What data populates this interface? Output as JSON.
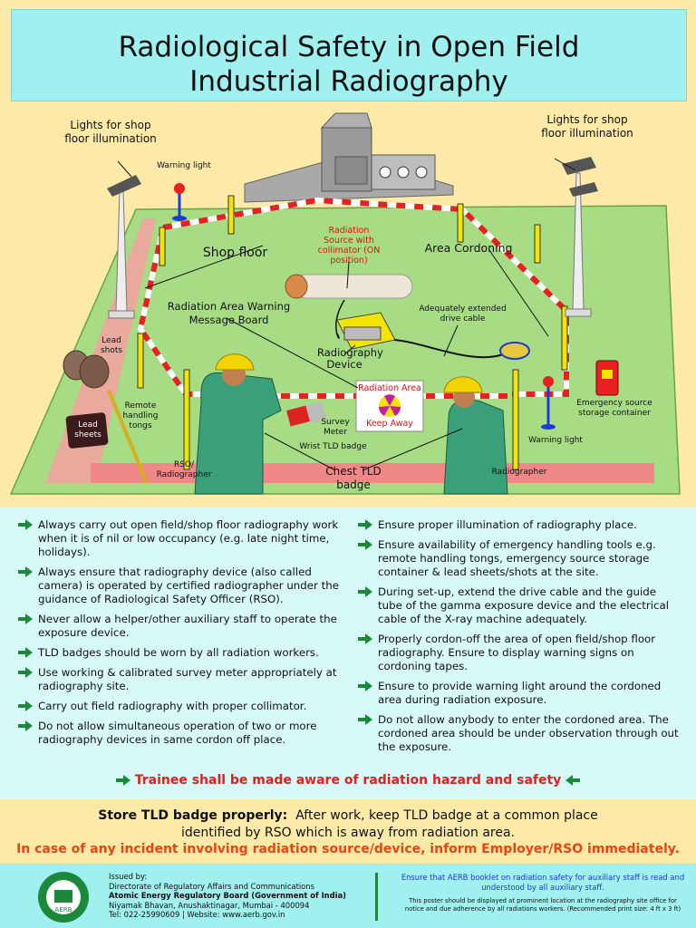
{
  "title": {
    "line1": "Radiological Safety in Open Field",
    "line2": "Industrial Radiography"
  },
  "illustration": {
    "lights_left": "Lights for shop floor illumination",
    "lights_right": "Lights for shop floor illumination",
    "warning_light_top": "Warning light",
    "warning_light_right": "Warning light",
    "shop_floor": "Shop floor",
    "area_cordoning": "Area Cordoning",
    "radiation_source": "Radiation Source with collimator (ON position)",
    "message_board": "Radiation Area Warning Message Board",
    "drive_cable": "Adequately extended drive cable",
    "radiography_device": "Radiography Device",
    "lead_shots": "Lead shots",
    "lead_sheets": "Lead sheets",
    "remote_tongs": "Remote handling tongs",
    "survey_meter": "Survey Meter",
    "wrist_tld": "Wrist TLD badge",
    "chest_tld": "Chest TLD badge",
    "rso": "RSO/ Radiographer",
    "radiographer": "Radiographer",
    "emergency_container": "Emergency source storage container",
    "sign_top": "Radiation Area",
    "sign_bottom": "Keep Away"
  },
  "bullets_left": [
    "Always carry out open field/shop floor radiography work when it is of nil or low occupancy (e.g. late night time, holidays).",
    "Always ensure that radiography device (also called camera) is operated by certified radiographer under the guidance of Radiological Safety Officer (RSO).",
    "Never allow a helper/other auxiliary staff to operate the exposure device.",
    "TLD badges should be worn by all radiation workers.",
    "Use working & calibrated survey meter appropriately at radiography site.",
    "Carry out field radiography with proper collimator.",
    "Do not allow simultaneous operation of two or more radiography devices in same cordon off place."
  ],
  "bullets_right": [
    "Ensure proper illumination of radiography place.",
    "Ensure availability of emergency handling  tools e.g. remote handling tongs, emergency source storage container & lead sheets/shots at the site.",
    "During set-up, extend the drive cable and the guide tube of the gamma exposure device and the electrical cable of the X-ray machine adequately.",
    "Properly cordon-off the area of open field/shop floor radiography. Ensure to display warning signs on cordoning tapes.",
    "Ensure to provide warning light around the cordoned area during radiation exposure.",
    "Do not allow anybody to enter the cordoned area. The cordoned area should be under observation through out the exposure."
  ],
  "trainee": "Trainee shall be made aware of radiation hazard and safety",
  "store": {
    "label": "Store TLD badge properly:",
    "text1": "After work, keep TLD badge at a common place",
    "text2": "identified by RSO which is away from radiation area.",
    "incident": "In case of any incident involving radiation source/device, inform Employer/RSO immediately."
  },
  "footer": {
    "issued_by": "Issued by:",
    "directorate": "Directorate of Regulatory Affairs and Communications",
    "board": "Atomic Energy Regulatory Board (Government of India)",
    "address": "Niyamak Bhavan, Anushaktinagar, Mumbai - 400094",
    "contact": "Tel: 022-25990609 | Website: www.aerb.gov.in",
    "booklet": "Ensure that AERB booklet on radiation safety for auxiliary staff is read and understood by all auxiliary staff.",
    "note": "This poster should be displayed at prominent location at the radiography site office for notice and due adherence by all radiations workers. (Recommended print size: 4 ft x 3 ft)",
    "logo_text": "AERB"
  },
  "colors": {
    "title_bg": "#9ff0ee",
    "page_bg": "#fde9a8",
    "bullet_bg": "#d7faf8",
    "floor": "#a8dc84",
    "accent_red": "#e02020",
    "arrow_green": "#1a8a3a"
  }
}
